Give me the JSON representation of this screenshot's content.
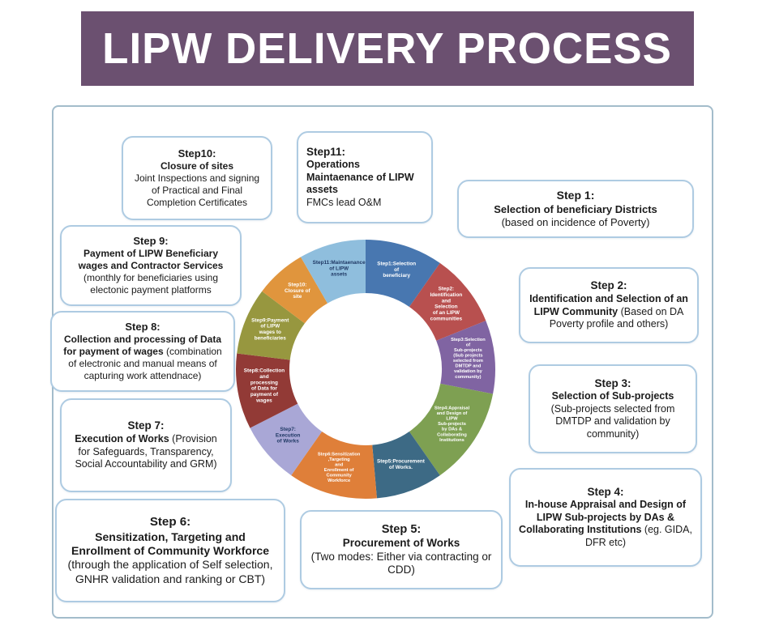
{
  "header": {
    "title": "LIPW DELIVERY PROCESS"
  },
  "colors": {
    "banner_bg": "#6b5070",
    "frame_border": "#a3bccb",
    "callout_border": "#aecbe2"
  },
  "chart_data": {
    "type": "pie",
    "variant": "donut",
    "title": "LIPW Delivery Process cycle (11 steps)",
    "legend_position": "none",
    "segments": [
      {
        "name": "Step 1",
        "label": "Step1:Selection of beneficiary",
        "sweep": 35,
        "color": "#4877b0",
        "text_color": "#ffffff"
      },
      {
        "name": "Step 2",
        "label": "Step2: Identification and Selection of an LIPW communities",
        "sweep": 33,
        "color": "#b8504f",
        "text_color": "#ffffff"
      },
      {
        "name": "Step 3",
        "label": "Step3:Selection of Sub-projects (Sub projects selected from DMTDP and validation by community)",
        "sweep": 33,
        "color": "#8064a2",
        "text_color": "#ffffff"
      },
      {
        "name": "Step 4",
        "label": "Step4:Appraisal and Design of LIPW Sub-projects by DAs & Collaborating Institutions",
        "sweep": 44,
        "color": "#7ea052",
        "text_color": "#ffffff"
      },
      {
        "name": "Step 5",
        "label": "Step5:Procurement of Works.",
        "sweep": 30,
        "color": "#3d6a85",
        "text_color": "#ffffff"
      },
      {
        "name": "Step 6",
        "label": "Step6:Sensitization ,Targeting and Enrollment of Community Workforce",
        "sweep": 40,
        "color": "#df7f39",
        "text_color": "#ffffff"
      },
      {
        "name": "Step 7",
        "label": "Step7: Execution of Works",
        "sweep": 28,
        "color": "#a9a7d6",
        "text_color": "#1f3864"
      },
      {
        "name": "Step 8",
        "label": "Step8:Collection and processing of Data for payment of wages",
        "sweep": 34,
        "color": "#923a36",
        "text_color": "#ffffff"
      },
      {
        "name": "Step 9",
        "label": "Step9:Payment of LIPW wages to beneficiaries",
        "sweep": 30,
        "color": "#97973f",
        "text_color": "#ffffff"
      },
      {
        "name": "Step 10",
        "label": "Step10: Closure of site",
        "sweep": 23,
        "color": "#e0953d",
        "text_color": "#ffffff"
      },
      {
        "name": "Step 11",
        "label": "Step11:Maintaenance of LIPW assets",
        "sweep": 30,
        "color": "#8fbedd",
        "text_color": "#1f3864"
      }
    ]
  },
  "callouts": {
    "step1": {
      "title": "Step 1:",
      "line2": "Selection of beneficiary Districts",
      "body_bold": "",
      "body_rest": "(based on incidence of Poverty)"
    },
    "step2": {
      "title": "Step 2:",
      "line2": "",
      "body_bold": "Identification and Selection of an LIPW Community ",
      "body_rest": "(Based on DA Poverty profile and others)"
    },
    "step3": {
      "title": "Step 3:",
      "line2": "Selection of Sub-projects",
      "body_bold": "",
      "body_rest": "(Sub-projects selected from DMTDP and validation by community)"
    },
    "step4": {
      "title": "Step 4:",
      "line2": "",
      "body_bold": "In-house Appraisal and Design of LIPW Sub-projects by DAs & Collaborating Institutions ",
      "body_rest": "(eg. GIDA, DFR etc)"
    },
    "step5": {
      "title": "Step 5:",
      "line2": "Procurement of Works",
      "body_bold": "",
      "body_rest": "(Two modes: Either via contracting or CDD)"
    },
    "step6": {
      "title": "Step 6:",
      "line2": "Sensitization, Targeting and Enrollment of Community Workforce",
      "body_bold": "",
      "body_rest": "(through the application of Self selection, GNHR validation and ranking or CBT)"
    },
    "step7": {
      "title": "Step 7:",
      "line2": "",
      "body_bold": "Execution of Works ",
      "body_rest": "(Provision for Safeguards, Transparency, Social Accountability and GRM)"
    },
    "step8": {
      "title": "Step 8:",
      "line2": "",
      "body_bold": "Collection and processing of Data for payment of wages ",
      "body_rest": "(combination of electronic and manual means of capturing work attendnace)"
    },
    "step9": {
      "title": "Step 9:",
      "line2": "",
      "body_bold": "Payment of LIPW Beneficiary wages and Contractor Services ",
      "body_rest": "(monthly for beneficiaries using electonic payment platforms"
    },
    "step10": {
      "title": "Step10:",
      "line2": "Closure of sites",
      "body_bold": "",
      "body_rest": "Joint Inspections and signing of Practical and Final Completion Certificates"
    },
    "step11": {
      "title": "Step11:",
      "line2": "Operations Maintaenance of LIPW assets",
      "body_bold": "",
      "body_rest": "FMCs lead O&M"
    }
  }
}
